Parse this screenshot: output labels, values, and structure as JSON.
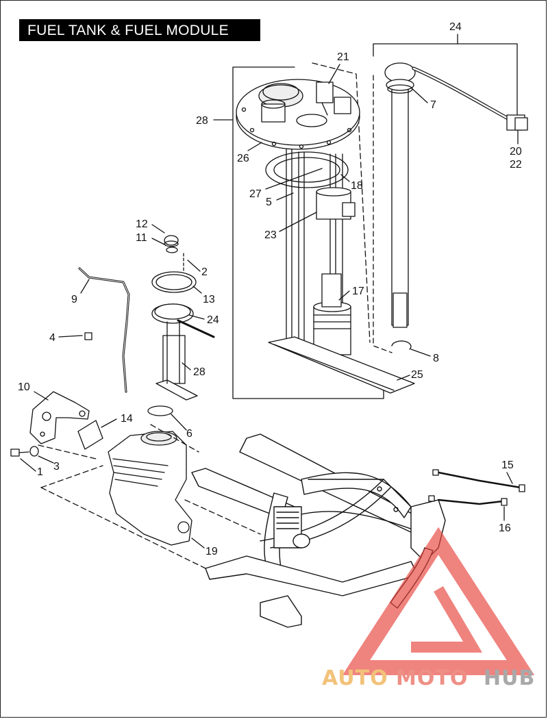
{
  "title": "FUEL TANK & FUEL MODULE",
  "callouts": {
    "c1": "1",
    "c2": "2",
    "c3": "3",
    "c4": "4",
    "c5": "5",
    "c6": "6",
    "c7": "7",
    "c8": "8",
    "c9": "9",
    "c10": "10",
    "c11": "11",
    "c12": "12",
    "c13": "13",
    "c14": "14",
    "c15": "15",
    "c16": "16",
    "c17": "17",
    "c18": "18",
    "c19": "19",
    "c20": "20",
    "c21": "21",
    "c22": "22",
    "c23": "23",
    "c24a": "24",
    "c24b": "24",
    "c25": "25",
    "c26": "26",
    "c27": "27",
    "c28a": "28",
    "c28b": "28"
  },
  "watermark": {
    "part1": "AUTO",
    "part2": "MOTO",
    "part3": "HUB",
    "colors": {
      "part1": "#f2c27a",
      "part2": "#ee8f86",
      "part3": "#a9a9a9",
      "logo": "#e8423a"
    }
  }
}
